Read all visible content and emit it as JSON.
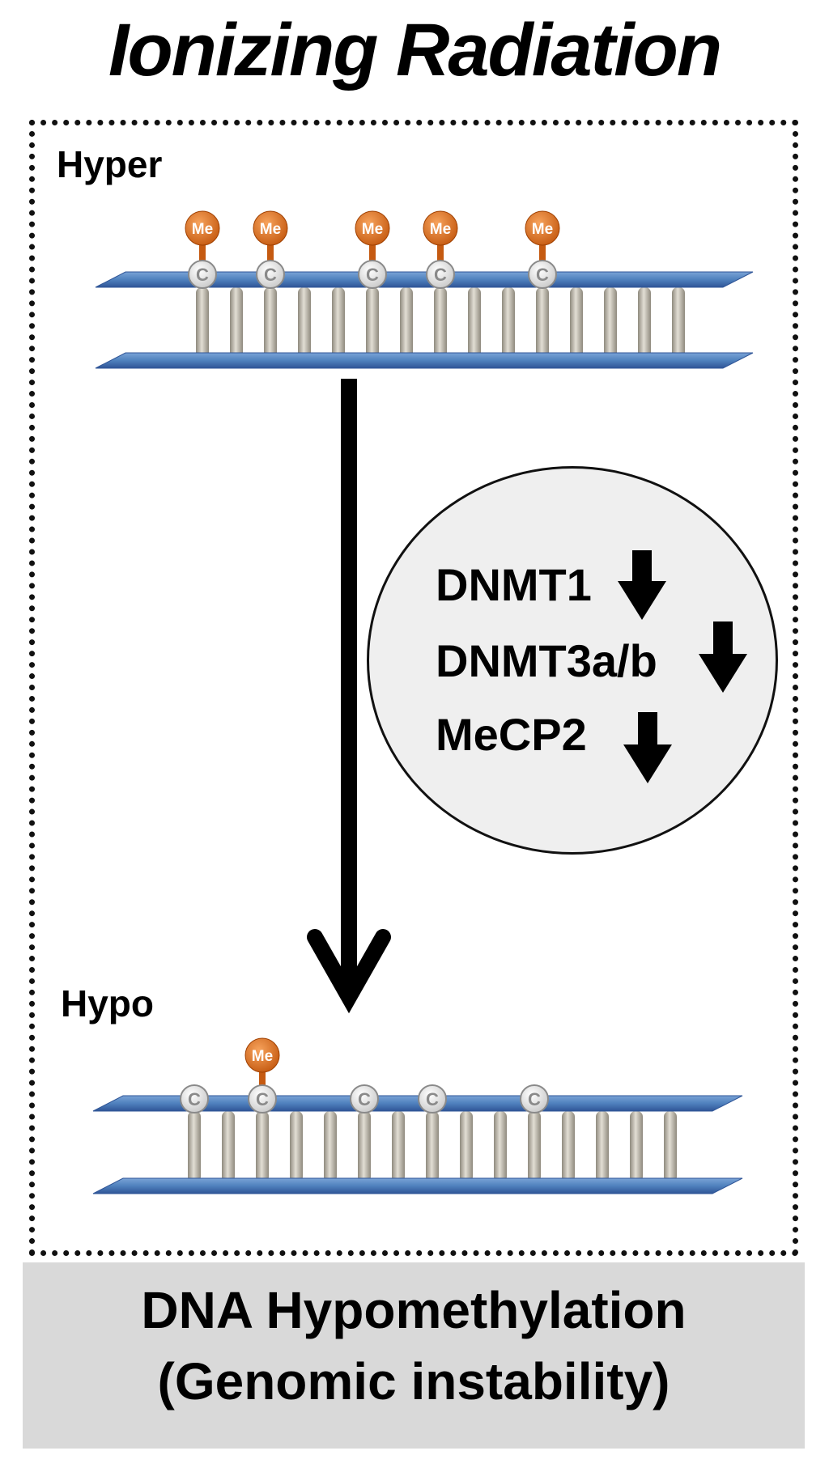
{
  "title": "Ionizing Radiation",
  "diagram": {
    "hyper_label": "Hyper",
    "hypo_label": "Hypo",
    "methyl_tag": "Me",
    "cytosine_tag": "C",
    "enzymes": [
      {
        "name": "DNMT1",
        "change": "down"
      },
      {
        "name": "DNMT3a/b",
        "change": "down"
      },
      {
        "name": "MeCP2",
        "change": "down"
      }
    ]
  },
  "footer": {
    "line1": "DNA Hypomethylation",
    "line2": "(Genomic instability)"
  },
  "colors": {
    "strand": "#4f81bd",
    "strand_dark": "#2f5597",
    "rung": "#bcb8ac",
    "methyl": "#e36c0a",
    "circle_fill": "#efefef",
    "footer_fill": "#d9d9d9"
  }
}
